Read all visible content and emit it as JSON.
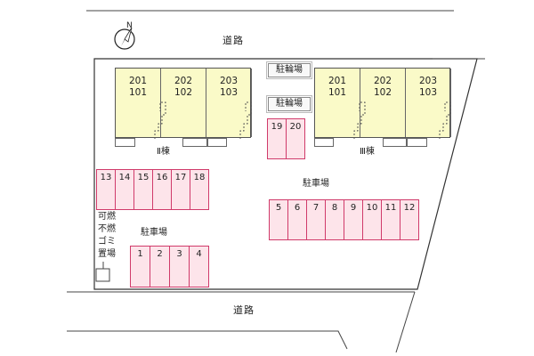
{
  "north_label": "N",
  "roads": {
    "top": "道路",
    "bottom": "道路"
  },
  "buildings": [
    {
      "id": "II",
      "label": "Ⅱ棟",
      "units": [
        [
          "201",
          "101"
        ],
        [
          "202",
          "102"
        ],
        [
          "203",
          "103"
        ]
      ]
    },
    {
      "id": "III",
      "label": "Ⅲ棟",
      "units": [
        [
          "201",
          "101"
        ],
        [
          "202",
          "102"
        ],
        [
          "203",
          "103"
        ]
      ]
    }
  ],
  "bicycle_parking": [
    "駐輪場",
    "駐輪場"
  ],
  "parking_label_right": "駐車場",
  "parking_label_left": "駐車場",
  "spaces": {
    "row_19_20": [
      "19",
      "20"
    ],
    "row_13_18": [
      "13",
      "14",
      "15",
      "16",
      "17",
      "18"
    ],
    "row_5_12": [
      "5",
      "6",
      "7",
      "8",
      "9",
      "10",
      "11",
      "12"
    ],
    "row_1_4": [
      "1",
      "2",
      "3",
      "4"
    ]
  },
  "garbage_label": [
    "可",
    "燃",
    "不",
    "燃",
    "ゴ",
    "ミ",
    "置",
    "場"
  ],
  "colors": {
    "building": "#fafac8",
    "space_fill": "#fde4ea",
    "space_border": "#d03a6a",
    "lot": "#ffffff",
    "background": "#ffffff"
  }
}
